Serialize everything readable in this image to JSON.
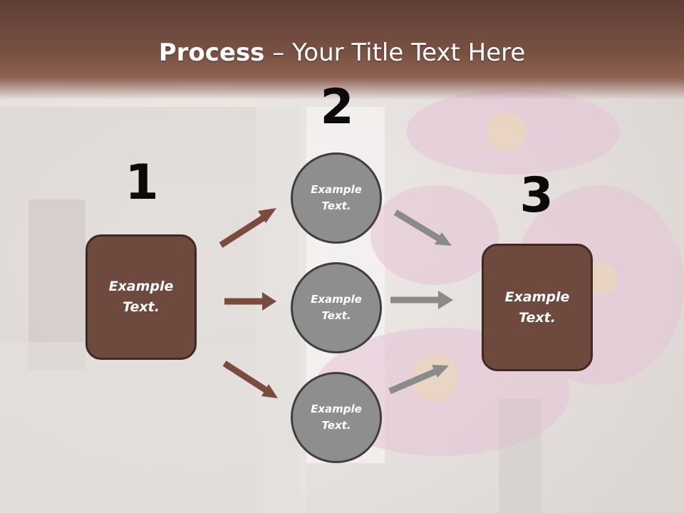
{
  "title": {
    "bold": "Process",
    "rest": " – Your Title Text Here"
  },
  "numbers": [
    "1",
    "2",
    "3"
  ],
  "boxes": {
    "left": "Example\nText.",
    "right": "Example\nText."
  },
  "circles": [
    "Example\nText.",
    "Example\nText.",
    "Example\nText."
  ],
  "colors": {
    "brown": "#6e4a3e",
    "gray": "#8e8e8e",
    "arrow_brown": "#7a4c3e",
    "arrow_gray": "#8a8a8a"
  }
}
